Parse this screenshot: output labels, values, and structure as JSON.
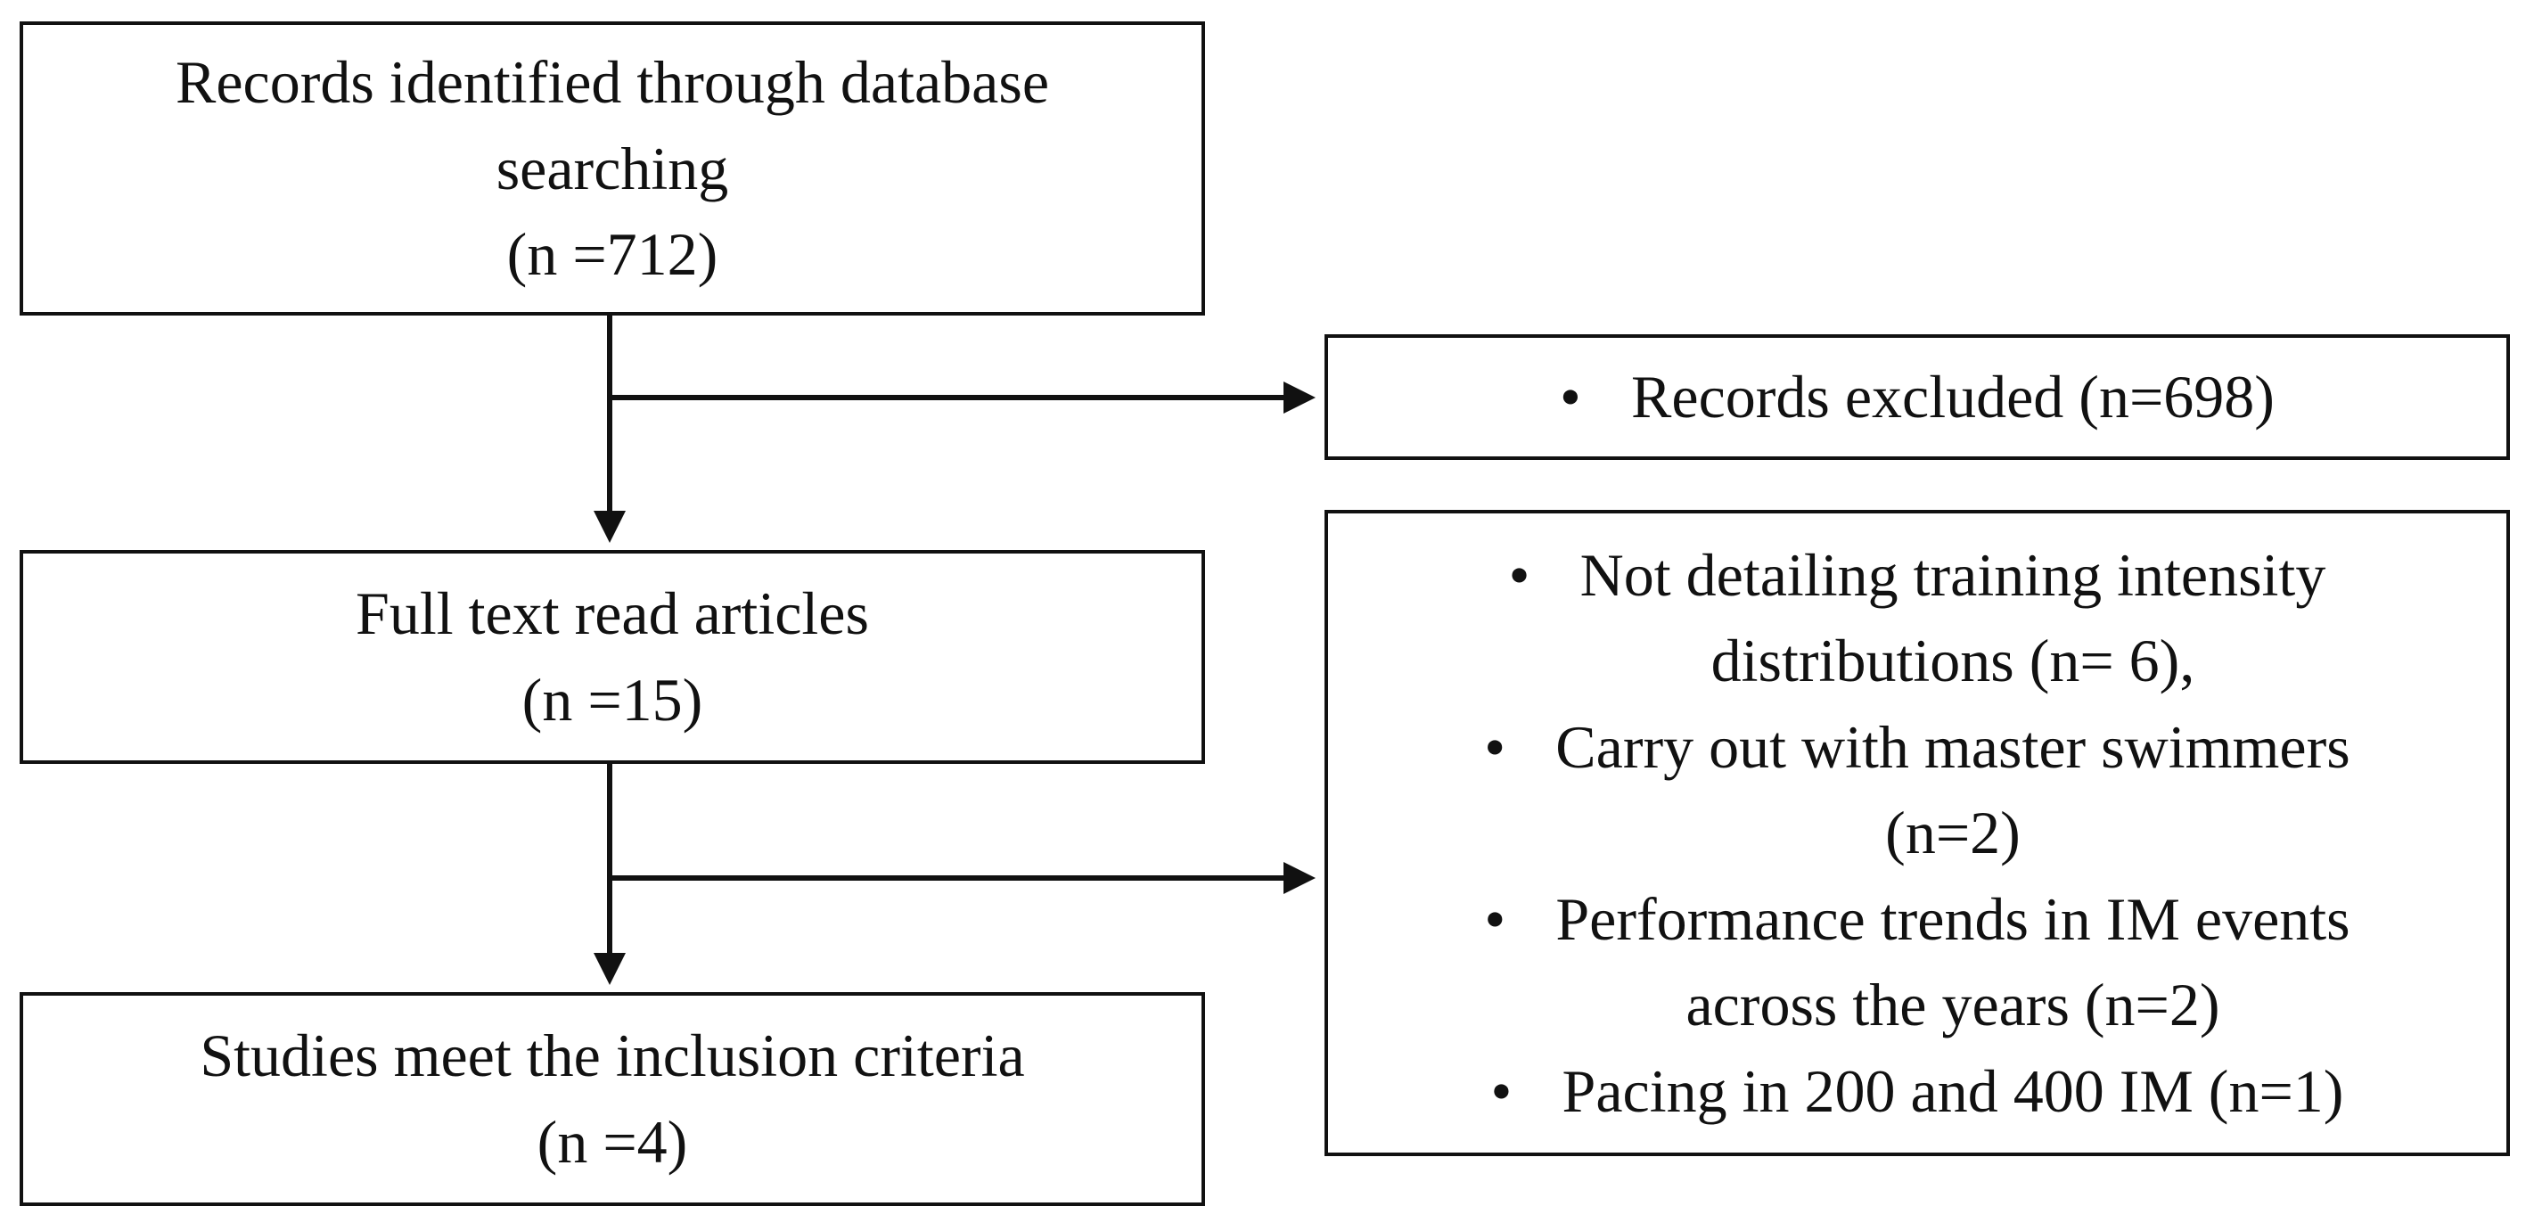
{
  "nodes": {
    "records": {
      "lines": [
        "Records identified through database",
        "searching",
        "(n =712)"
      ]
    },
    "fulltext": {
      "lines": [
        "Full text read articles",
        "(n =15)"
      ]
    },
    "included": {
      "lines": [
        "Studies meet the inclusion criteria",
        "(n =4)"
      ]
    },
    "excluded": {
      "bullet": "•",
      "text": "Records excluded (n=698)"
    },
    "reasons": {
      "items": [
        {
          "bullet": "•",
          "lines": [
            "Not detailing training intensity",
            "distributions (n= 6),"
          ]
        },
        {
          "bullet": "•",
          "lines": [
            "Carry out with master swimmers",
            "(n=2)"
          ]
        },
        {
          "bullet": "•",
          "lines": [
            "Performance trends in IM events",
            "across the years (n=2)"
          ]
        },
        {
          "bullet": "•",
          "lines": [
            "Pacing in 200 and 400 IM (n=1)"
          ]
        }
      ]
    }
  },
  "edges": [
    {
      "from": "records",
      "to": "fulltext"
    },
    {
      "from": "records",
      "to": "excluded"
    },
    {
      "from": "fulltext",
      "to": "included"
    },
    {
      "from": "fulltext",
      "to": "reasons"
    }
  ],
  "colors": {
    "line": "#111111",
    "background": "#ffffff"
  }
}
